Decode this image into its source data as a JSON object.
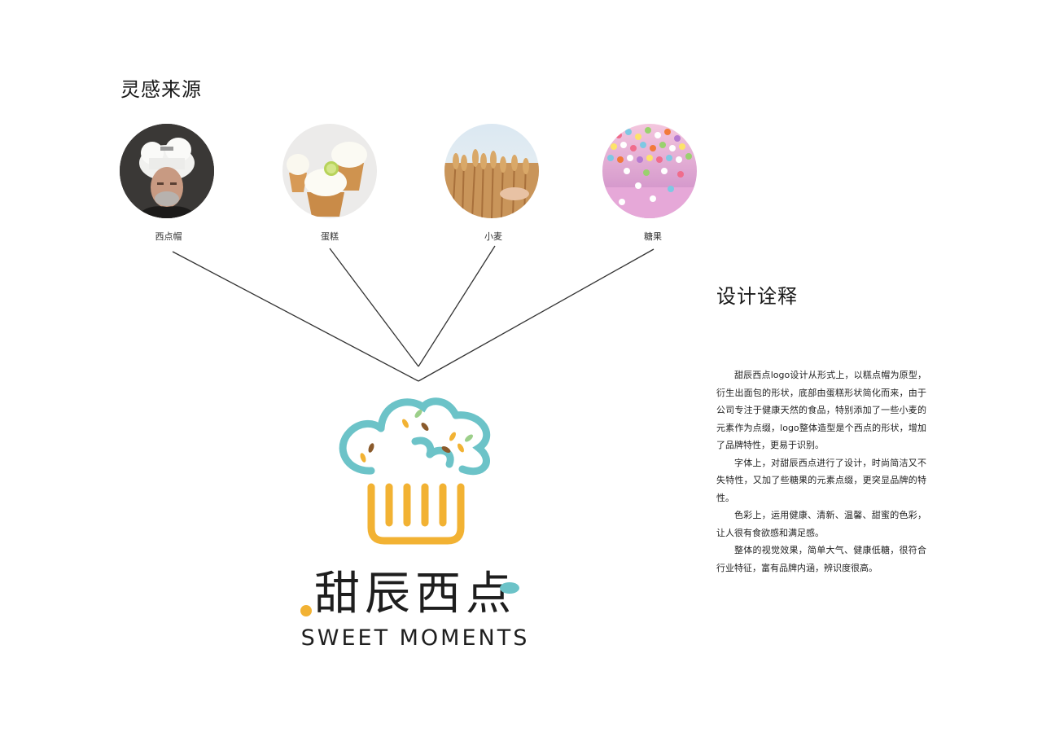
{
  "inspiration": {
    "title": "灵感来源",
    "items": [
      {
        "label": "西点帽",
        "icon": "chef-photo"
      },
      {
        "label": "蛋糕",
        "icon": "cupcake-photo"
      },
      {
        "label": "小麦",
        "icon": "wheat-photo"
      },
      {
        "label": "糖果",
        "icon": "candy-sprinkles-photo"
      }
    ]
  },
  "explanation": {
    "title": "设计诠释",
    "paragraphs": [
      "甜辰西点logo设计从形式上，以糕点帽为原型，衍生出面包的形状，底部由蛋糕形状简化而来，由于公司专注于健康天然的食品，特别添加了一些小麦的元素作为点缀，logo整体造型是个西点的形状，增加了品牌特性，更易于识别。",
      "字体上，对甜辰西点进行了设计，时尚简洁又不失特性，又加了些糖果的元素点缀，更突显品牌的特性。",
      "色彩上，运用健康、清新、温馨、甜蜜的色彩，让人很有食欲感和满足感。",
      "整体的视觉效果，简单大气、健康低糖，很符合行业特征，富有品牌内涵，辨识度很高。"
    ]
  },
  "logo": {
    "chinese_name": "甜辰西点",
    "english_name": "SWEET MOMENTS",
    "colors": {
      "teal": "#6cc3c8",
      "yellow": "#f2b233",
      "dark": "#1e1e1e"
    }
  }
}
